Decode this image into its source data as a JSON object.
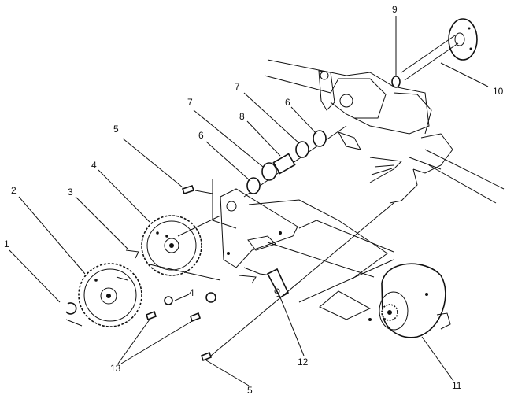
{
  "callouts": {
    "c1": "1",
    "c2": "2",
    "c3": "3",
    "c4a": "4",
    "c4b": "4",
    "c5a": "5",
    "c5b": "5",
    "c6a": "6",
    "c6b": "6",
    "c7a": "7",
    "c7b": "7",
    "c8": "8",
    "c9": "9",
    "c10": "10",
    "c11": "11",
    "c12": "12",
    "c13": "13"
  }
}
